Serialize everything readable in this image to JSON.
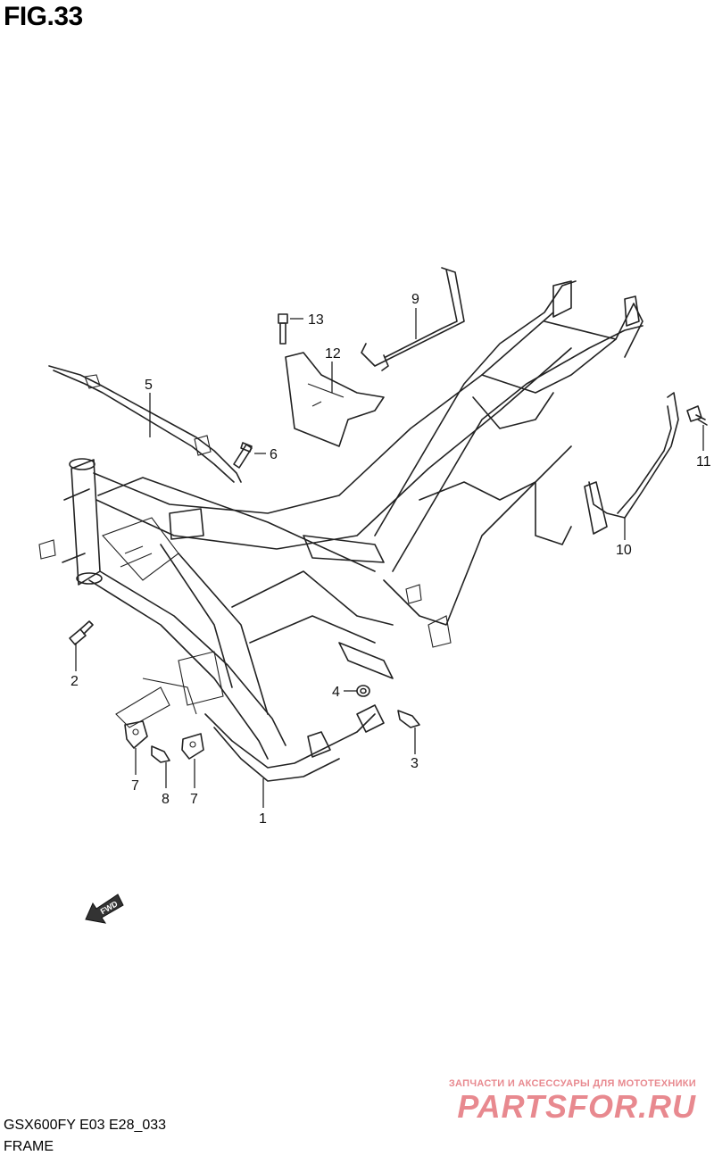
{
  "figure": {
    "title": "FIG.33"
  },
  "callouts": {
    "c1": "1",
    "c2": "2",
    "c3": "3",
    "c4": "4",
    "c5": "5",
    "c6": "6",
    "c7a": "7",
    "c7b": "7",
    "c8": "8",
    "c9": "9",
    "c10": "10",
    "c11": "11",
    "c12": "12",
    "c13": "13"
  },
  "fwd_label": "FWD",
  "watermark": {
    "tagline": "ЗАПЧАСТИ И АКСЕССУАРЫ ДЛЯ МОТОТЕХНИКИ",
    "brand": "PARTSFOR.RU",
    "color": "#e8898f"
  },
  "footer": {
    "code": "GSX600FY E03 E28_033",
    "name": "FRAME"
  }
}
